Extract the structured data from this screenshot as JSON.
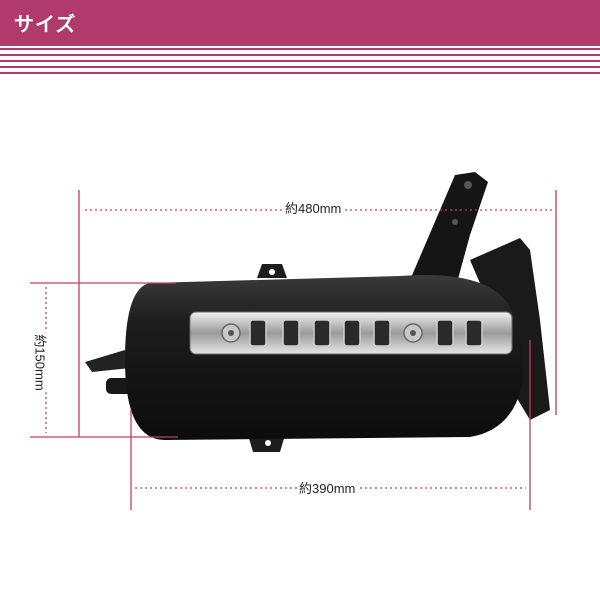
{
  "header": {
    "title": "サイズ"
  },
  "dimensions": {
    "width_overall": "約480mm",
    "height": "約150mm",
    "body_length": "約390mm"
  },
  "colors": {
    "accent": "#b03a6a",
    "guide": "#c0405e"
  }
}
